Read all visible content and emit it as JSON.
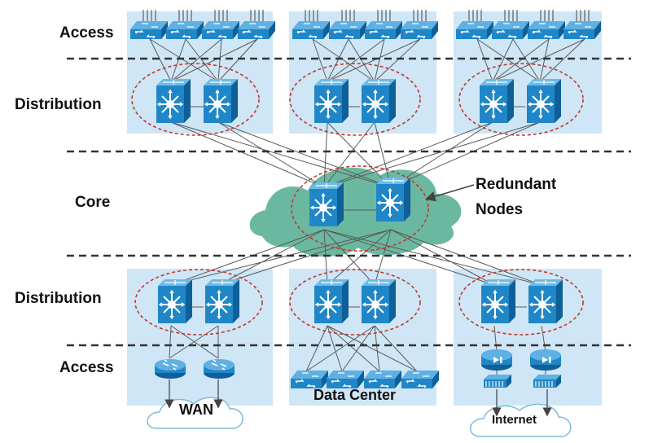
{
  "layers": {
    "access_top": "Access",
    "distribution_top": "Distribution",
    "core": "Core",
    "distribution_bottom": "Distribution",
    "access_bottom": "Access"
  },
  "callout": {
    "line1": "Redundant",
    "line2": "Nodes"
  },
  "blocks": {
    "wan": "WAN",
    "data_center": "Data Center",
    "internet": "Internet"
  },
  "colors": {
    "panel": "#cfe6f6",
    "device": "#1f86c8",
    "device_dark": "#0f5f98",
    "core_cloud": "#6bb8a0",
    "redundancy_ring": "#c0392b",
    "layer_divider": "#333333"
  },
  "icons": {
    "access_switch": "workgroup-switch-icon",
    "multilayer_switch": "multilayer-switch-icon",
    "router": "router-icon",
    "firewall": "firewall-icon",
    "cloud": "cloud-icon"
  }
}
